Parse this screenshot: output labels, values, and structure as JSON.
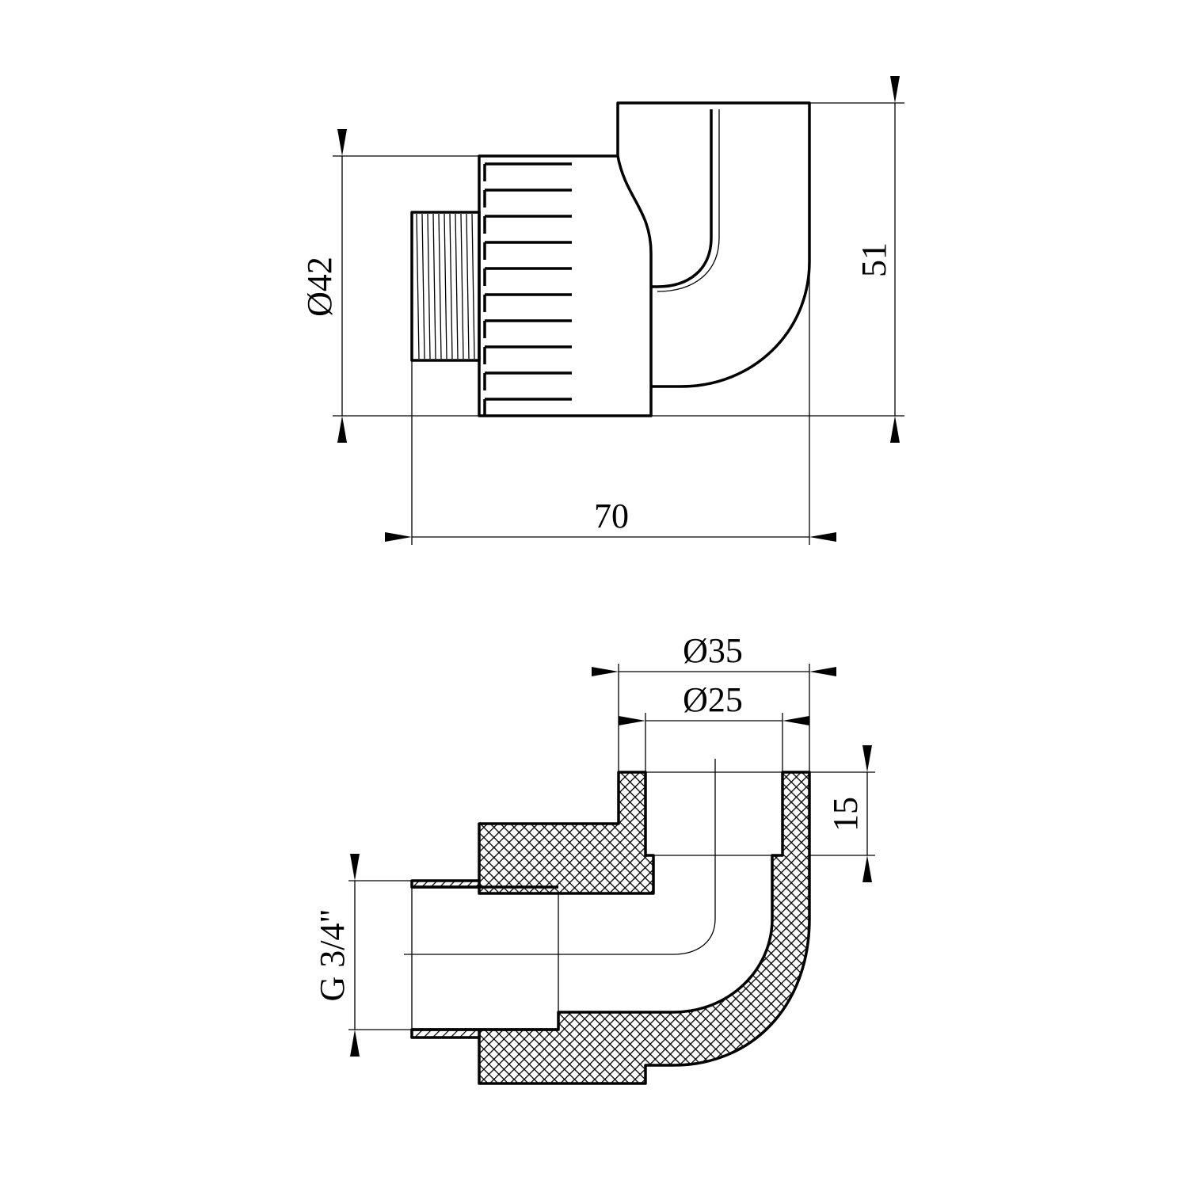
{
  "drawing": {
    "top_view": {
      "diameter_label": "Ø42",
      "height_label": "51",
      "length_label": "70"
    },
    "section_view": {
      "outer_diameter_label": "Ø35",
      "inner_diameter_label": "Ø25",
      "socket_depth_label": "15",
      "thread_label": "G 3/4\""
    }
  }
}
